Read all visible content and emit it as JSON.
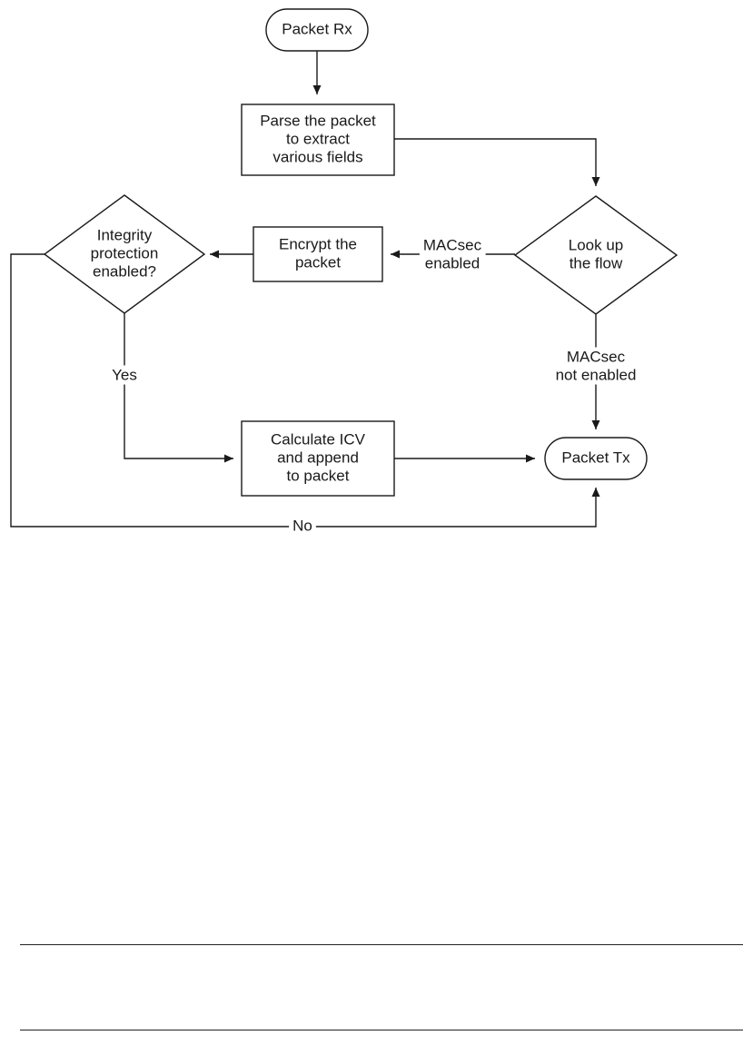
{
  "flowchart": {
    "nodes": {
      "packet_rx": {
        "shape": "terminal",
        "lines": [
          "Packet Rx"
        ]
      },
      "parse": {
        "shape": "process",
        "lines": [
          "Parse the packet",
          "to extract",
          "various fields"
        ]
      },
      "lookup": {
        "shape": "decision",
        "lines": [
          "Look up",
          "the flow"
        ]
      },
      "encrypt": {
        "shape": "process",
        "lines": [
          "Encrypt the",
          "packet"
        ]
      },
      "integrity": {
        "shape": "decision",
        "lines": [
          "Integrity",
          "protection",
          "enabled?"
        ]
      },
      "calc_icv": {
        "shape": "process",
        "lines": [
          "Calculate ICV",
          "and append",
          "to packet"
        ]
      },
      "packet_tx": {
        "shape": "terminal",
        "lines": [
          "Packet Tx"
        ]
      }
    },
    "edges": [
      {
        "from": "packet_rx",
        "to": "parse",
        "lines": []
      },
      {
        "from": "parse",
        "to": "lookup",
        "lines": []
      },
      {
        "from": "lookup",
        "to": "encrypt",
        "lines": [
          "MACsec",
          "enabled"
        ]
      },
      {
        "from": "lookup",
        "to": "packet_tx",
        "lines": [
          "MACsec",
          "not enabled"
        ]
      },
      {
        "from": "encrypt",
        "to": "integrity",
        "lines": []
      },
      {
        "from": "integrity",
        "to": "calc_icv",
        "lines": [
          "Yes"
        ]
      },
      {
        "from": "calc_icv",
        "to": "packet_tx",
        "lines": []
      },
      {
        "from": "integrity",
        "to": "packet_tx",
        "lines": [
          "No"
        ]
      }
    ]
  },
  "colors": {
    "stroke": "#1a1a1a",
    "text": "#1a1a1a",
    "background": "#ffffff",
    "rule": "#222222"
  }
}
